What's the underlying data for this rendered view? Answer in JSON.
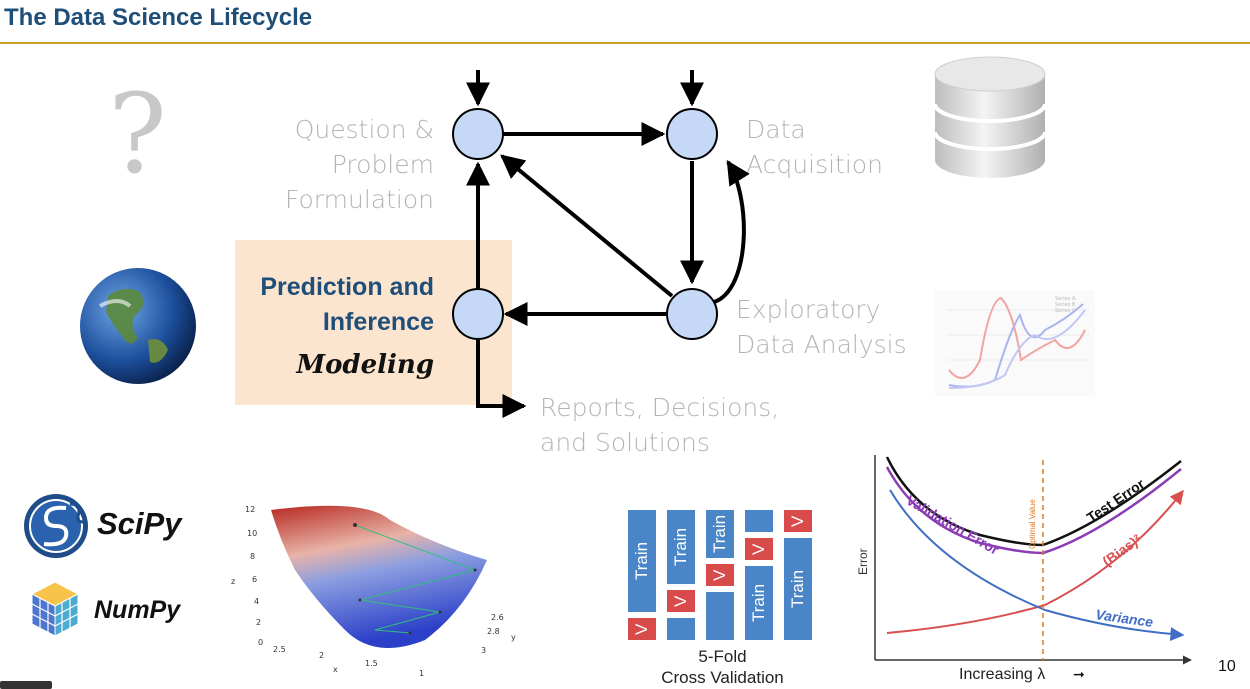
{
  "title": "The Data Science Lifecycle",
  "nodes": {
    "question": [
      "Question &",
      "Problem",
      "Formulation"
    ],
    "acquisition": [
      "Data",
      "Acquisition"
    ],
    "eda": [
      "Exploratory",
      "Data Analysis"
    ],
    "prediction": [
      "Prediction and",
      "Inference"
    ],
    "modeling": "Modeling",
    "reports": [
      "Reports, Decisions,",
      "and Solutions"
    ]
  },
  "decorations": {
    "question_mark": "?",
    "scipy_label": "SciPy",
    "numpy_label": "NumPy"
  },
  "surface_plot": {
    "z_ticks": [
      "12",
      "10",
      "8",
      "6",
      "4",
      "2",
      "0"
    ],
    "z_label": "z",
    "x_ticks": [
      "2.5",
      "2",
      "1.5",
      "1"
    ],
    "x_label": "x",
    "y_ticks": [
      "2.6",
      "2.8",
      "3"
    ],
    "y_label": "y"
  },
  "cross_validation": {
    "train_label": "Train",
    "validation_label": "V",
    "caption": [
      "5-Fold",
      "Cross Validation"
    ]
  },
  "bias_variance": {
    "y_label": "Error",
    "x_label": "Increasing λ",
    "arrow_symbol": "➞",
    "optimal_label": "Optimal Value",
    "curves": [
      "Test Error",
      "Validation Error",
      "(Bias)²",
      "Variance"
    ]
  },
  "eda_thumbnail_legend": [
    "Series A",
    "Series B",
    "Series C"
  ],
  "page_number": "10",
  "colors": {
    "title": "#1f4e79",
    "rule": "#c9a227",
    "node_fill": "#c5d8f6",
    "modeling_highlight": "#fbe5cf",
    "cv_train": "#4a86c7",
    "cv_validation": "#d94a4a"
  }
}
